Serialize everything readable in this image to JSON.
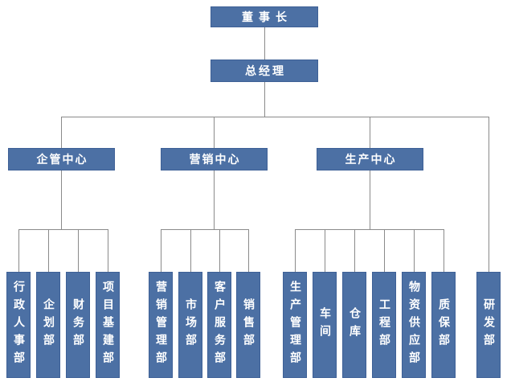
{
  "diagram_type": "org-chart",
  "colors": {
    "node_fill": "#4c70a4",
    "node_border": "#3e6096",
    "node_text": "#ffffff",
    "connector_line": "#8a8a8a",
    "background": "#ffffff"
  },
  "org": {
    "level1": {
      "label": "董事长"
    },
    "level2": {
      "label": "总经理"
    },
    "centers": [
      {
        "label": "企管中心",
        "children": [
          "行政人事部",
          "企划部",
          "财务部",
          "项目基建部"
        ]
      },
      {
        "label": "营销中心",
        "children": [
          "营销管理部",
          "市场部",
          "客户服务部",
          "销售部"
        ]
      },
      {
        "label": "生产中心",
        "children": [
          "生产管理部",
          "车间",
          "仓库",
          "工程部",
          "物资供应部",
          "质保部"
        ]
      }
    ],
    "direct_under_gm": {
      "label": "研发部"
    }
  }
}
